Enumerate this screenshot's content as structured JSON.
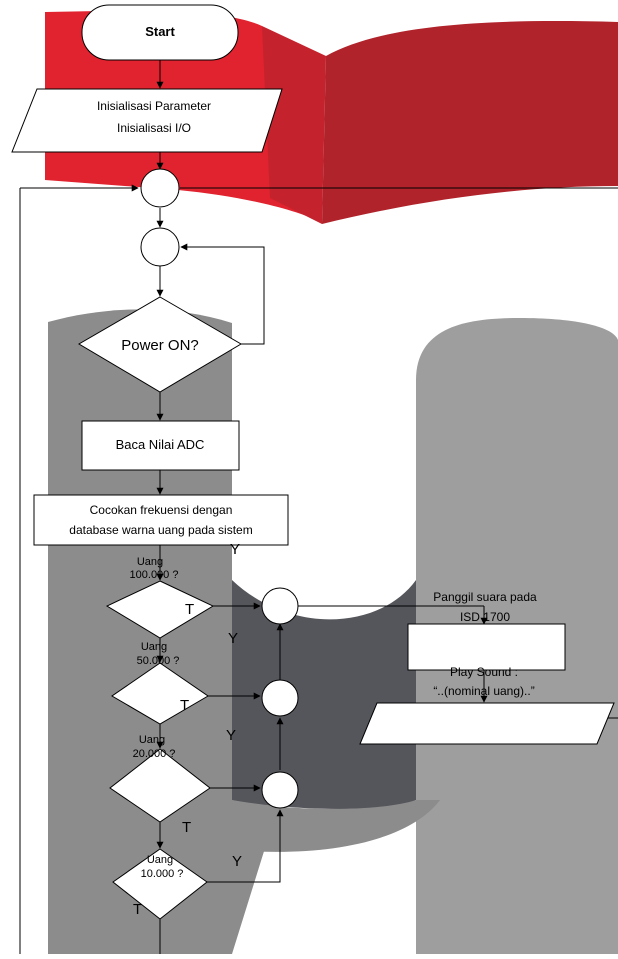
{
  "flowchart": {
    "start": "Start",
    "init_line1": "Inisialisasi Parameter",
    "init_line2": "Inisialisasi I/O",
    "power_question": "Power  ON?",
    "read_adc": "Baca Nilai ADC",
    "match_line1": "Cocokan frekuensi dengan",
    "match_line2": "database warna uang pada sistem",
    "uang_word": "Uang",
    "nominal_100k": "100.000 ?",
    "nominal_50k": "50.000 ?",
    "nominal_20k": "20.000 ?",
    "nominal_10k": "10.000 ?",
    "yes": "Y",
    "no": "T",
    "call_line1": "Panggil suara pada",
    "call_line2": "ISD 1700",
    "play_line1": "Play Sound :",
    "play_line2": "“..(nominal uang)..”"
  },
  "colors": {
    "red_light": "#e0232e",
    "red_dark": "#b0232b",
    "grey_mid": "#8c8c8c",
    "grey_light": "#9e9e9e",
    "grey_dark": "#55565b"
  }
}
